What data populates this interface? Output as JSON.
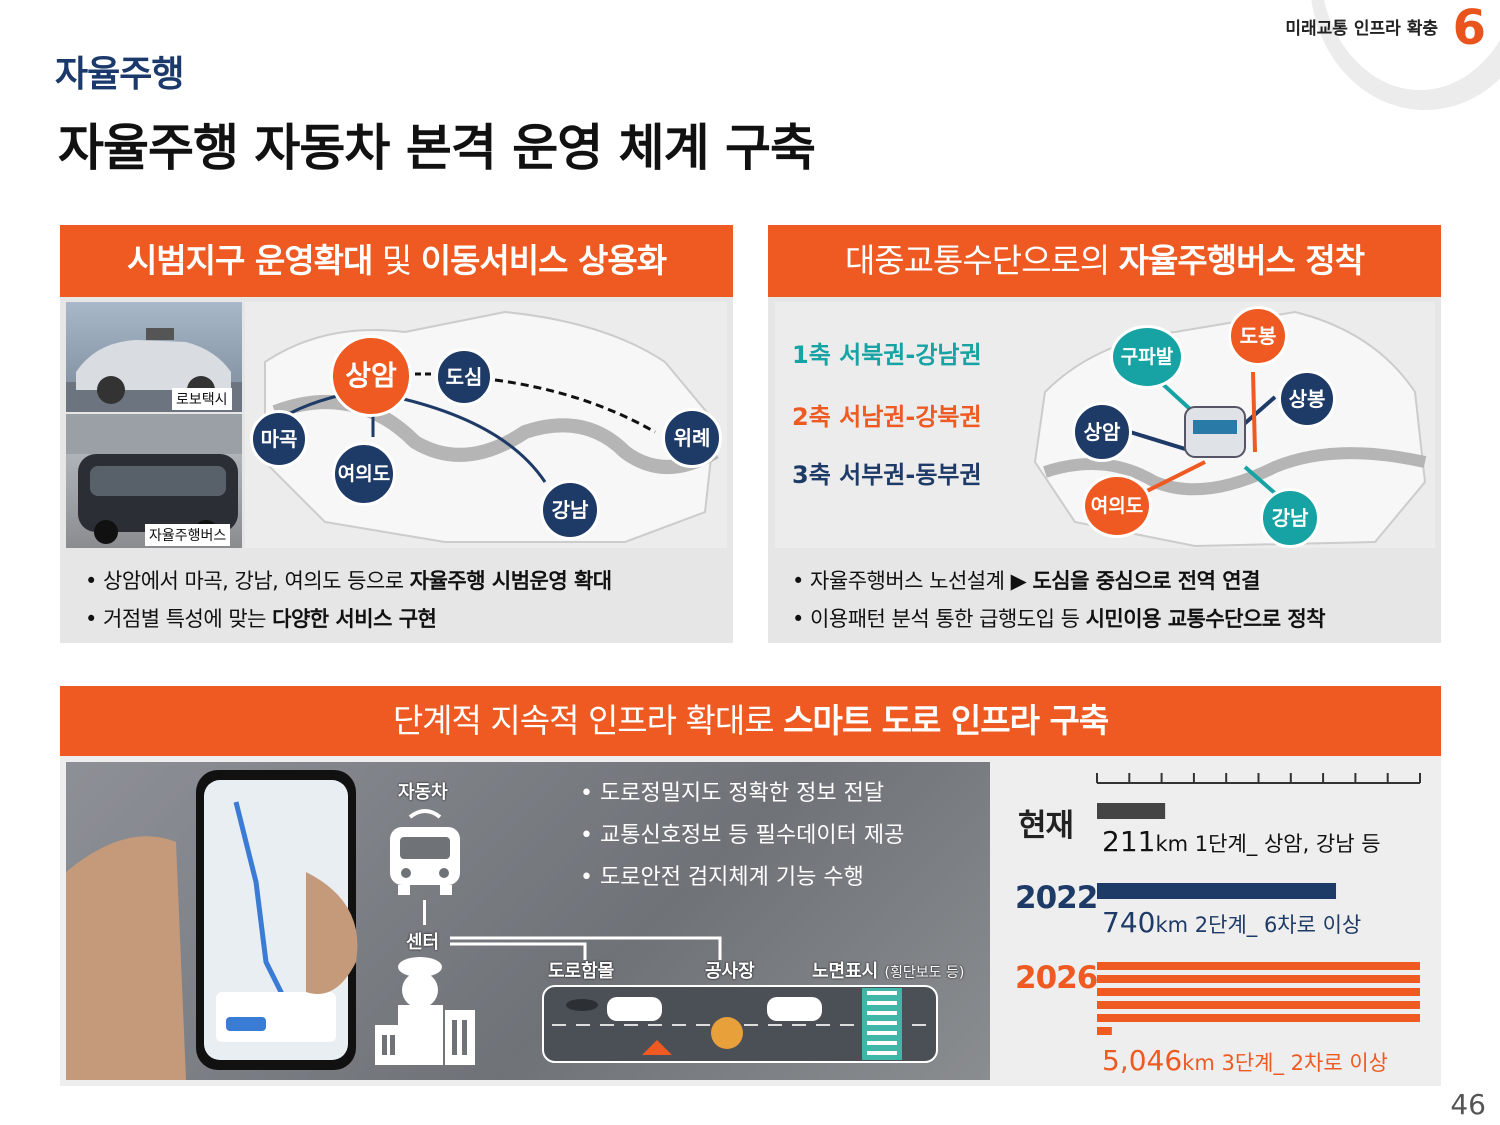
{
  "header": {
    "section": "자율주행",
    "title": "자율주행 자동차 본격 운영 체계 구축",
    "chapter_label": "미래교통 인프라 확충",
    "chapter_number": "6",
    "page_number": "46"
  },
  "colors": {
    "orange": "#ee5a22",
    "navy": "#1e3a66",
    "teal": "#17a3a3",
    "panel": "#e6e6e6"
  },
  "left_panel": {
    "banner_bold1": "시범지구 운영확대",
    "banner_mid": "및",
    "banner_bold2": "이동서비스 상용화",
    "photo1_caption": "로보택시",
    "photo2_caption": "자율주행버스",
    "nodes": {
      "sangam": "상암",
      "dosim": "도심",
      "magok": "마곡",
      "yeouido": "여의도",
      "gangnam": "강남",
      "wirye": "위례"
    },
    "bullet1_plain": "• 상암에서 마곡, 강남, 여의도 등으로 ",
    "bullet1_bold": "자율주행 시범운영 확대",
    "bullet2_plain": "• 거점별 특성에 맞는 ",
    "bullet2_bold": "다양한 서비스 구현"
  },
  "right_panel": {
    "banner_plain": "대중교통수단으로의",
    "banner_bold": "자율주행버스 정착",
    "axis1": "1축  서북권-강남권",
    "axis2": "2축  서남권-강북권",
    "axis3": "3축  서부권-동부권",
    "nodes": {
      "gupabal": "구파발",
      "dobong": "도봉",
      "sangbong": "상봉",
      "sangam": "상암",
      "yeouido": "여의도",
      "gangnam": "강남"
    },
    "bullet1_plain": "• 자율주행버스 노선설계 ▶ ",
    "bullet1_bold": "도심을 중심으로 전역 연결",
    "bullet2_plain": "• 이용패턴 분석 통한 급행도입 등 ",
    "bullet2_bold": "시민이용 교통수단으로 정착"
  },
  "bottom_panel": {
    "banner_plain": "단계적 지속적 인프라 확대로",
    "banner_bold": "스마트 도로 인프라 구축",
    "car_label": "자동차",
    "center_label": "센터",
    "info_bullets": [
      "• 도로정밀지도 정확한 정보 전달",
      "• 교통신호정보 등 필수데이터 제공",
      "• 도로안전 검지체계 기능 수행"
    ],
    "road_labels": {
      "pothole": "도로함몰",
      "construction": "공사장",
      "marking": "노면표시",
      "marking_note": "(횡단보도 등)"
    }
  },
  "chart_data": {
    "type": "bar",
    "categories": [
      "현재",
      "2022",
      "2026"
    ],
    "values": [
      211,
      740,
      5046
    ],
    "units": "km",
    "series_labels": [
      "211km 1단계_ 상암, 강남 등",
      "740km 2단계_ 6차로 이상",
      "5,046km 3단계_ 2차로 이상"
    ],
    "value_text": [
      "211",
      "740",
      "5,046"
    ],
    "unit_text": "km",
    "stage_text": [
      "1단계_ 상암, 강남 등",
      "2단계_ 6차로 이상",
      "3단계_ 2차로 이상"
    ],
    "bar_colors": [
      "#444444",
      "#1e3a66",
      "#ee5a22"
    ]
  }
}
